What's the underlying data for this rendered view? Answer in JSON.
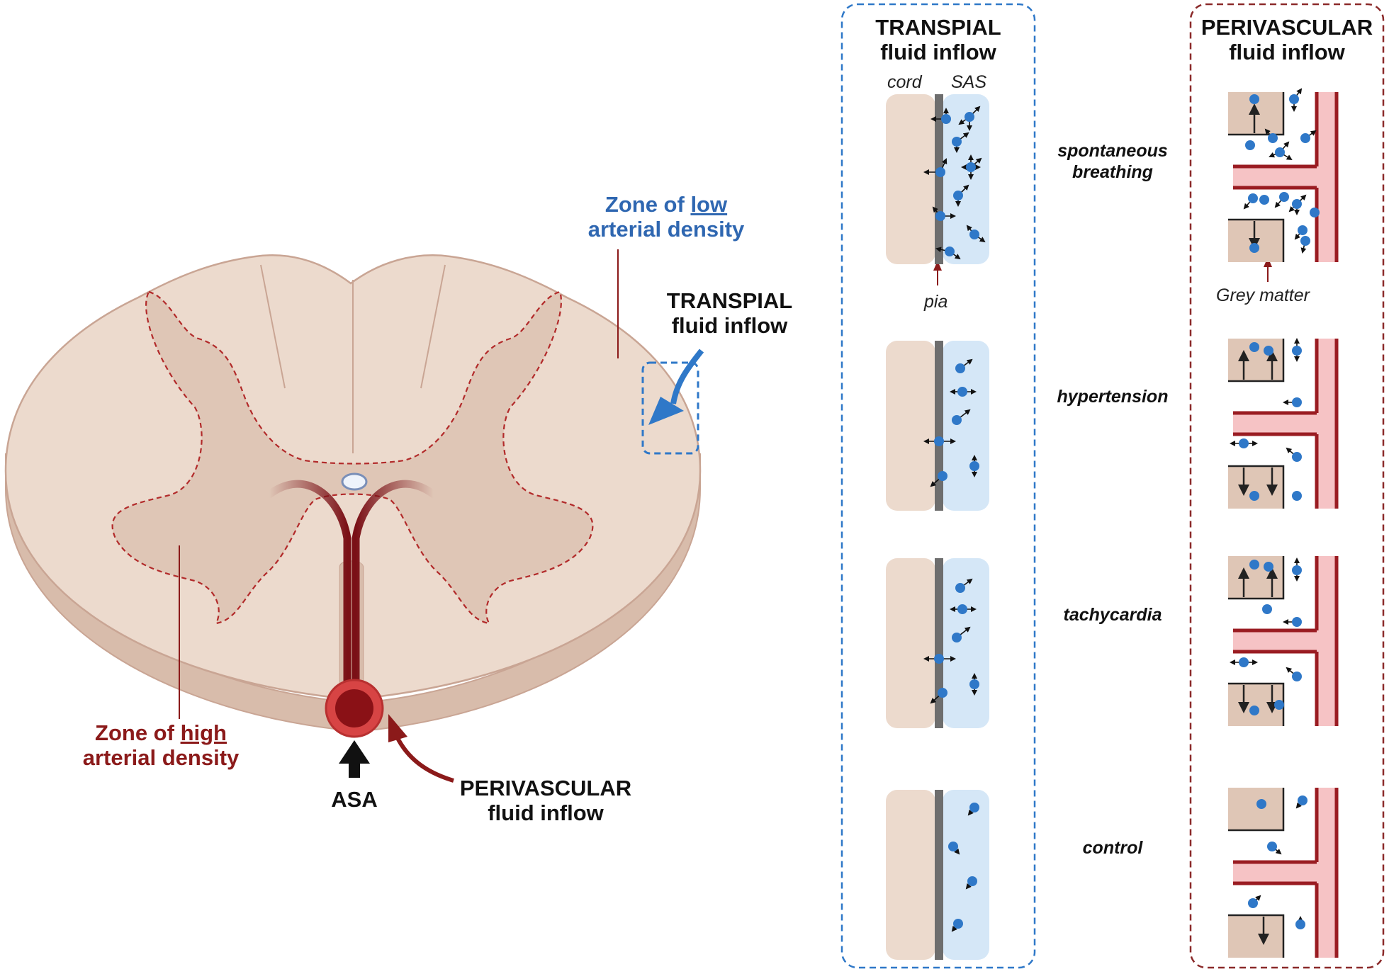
{
  "cross_section": {
    "zone_low": {
      "prefix": "Zone of ",
      "emph": "low",
      "line2": "arterial density"
    },
    "zone_high": {
      "prefix": "Zone of ",
      "emph": "high",
      "line2": "arterial density"
    },
    "transpial": {
      "line1": "TRANSPIAL",
      "line2": "fluid inflow"
    },
    "perivascular": {
      "line1": "PERIVASCULAR",
      "line2": "fluid inflow"
    },
    "asa": "ASA"
  },
  "transpial_panel": {
    "title_line1": "TRANSPIAL",
    "title_line2": "fluid inflow",
    "label_cord": "cord",
    "label_sas": "SAS",
    "label_pia": "pia"
  },
  "perivascular_panel": {
    "title_line1": "PERIVASCULAR",
    "title_line2": "fluid inflow",
    "label_grey": "Grey matter"
  },
  "conditions": [
    {
      "line1": "spontaneous",
      "line2": "breathing"
    },
    {
      "line1": "hypertension",
      "line2": ""
    },
    {
      "line1": "tachycardia",
      "line2": ""
    },
    {
      "line1": "control",
      "line2": ""
    }
  ],
  "colors": {
    "tissue": "#ecdacd",
    "tissue_edge": "#c9a594",
    "grey_matter": "#dfc6b6",
    "dashed_red": "#b22a2a",
    "artery": "#7a1016",
    "artery_ring": "#d74444",
    "csf": "#d5e7f7",
    "particle": "#2f78c8",
    "pia": "#6e6e6e",
    "transpial_border": "#2f78c8",
    "perivascular_border": "#8b2a2a",
    "low_zone_text": "#2f67b1",
    "high_zone_text": "#8b1a1a"
  }
}
